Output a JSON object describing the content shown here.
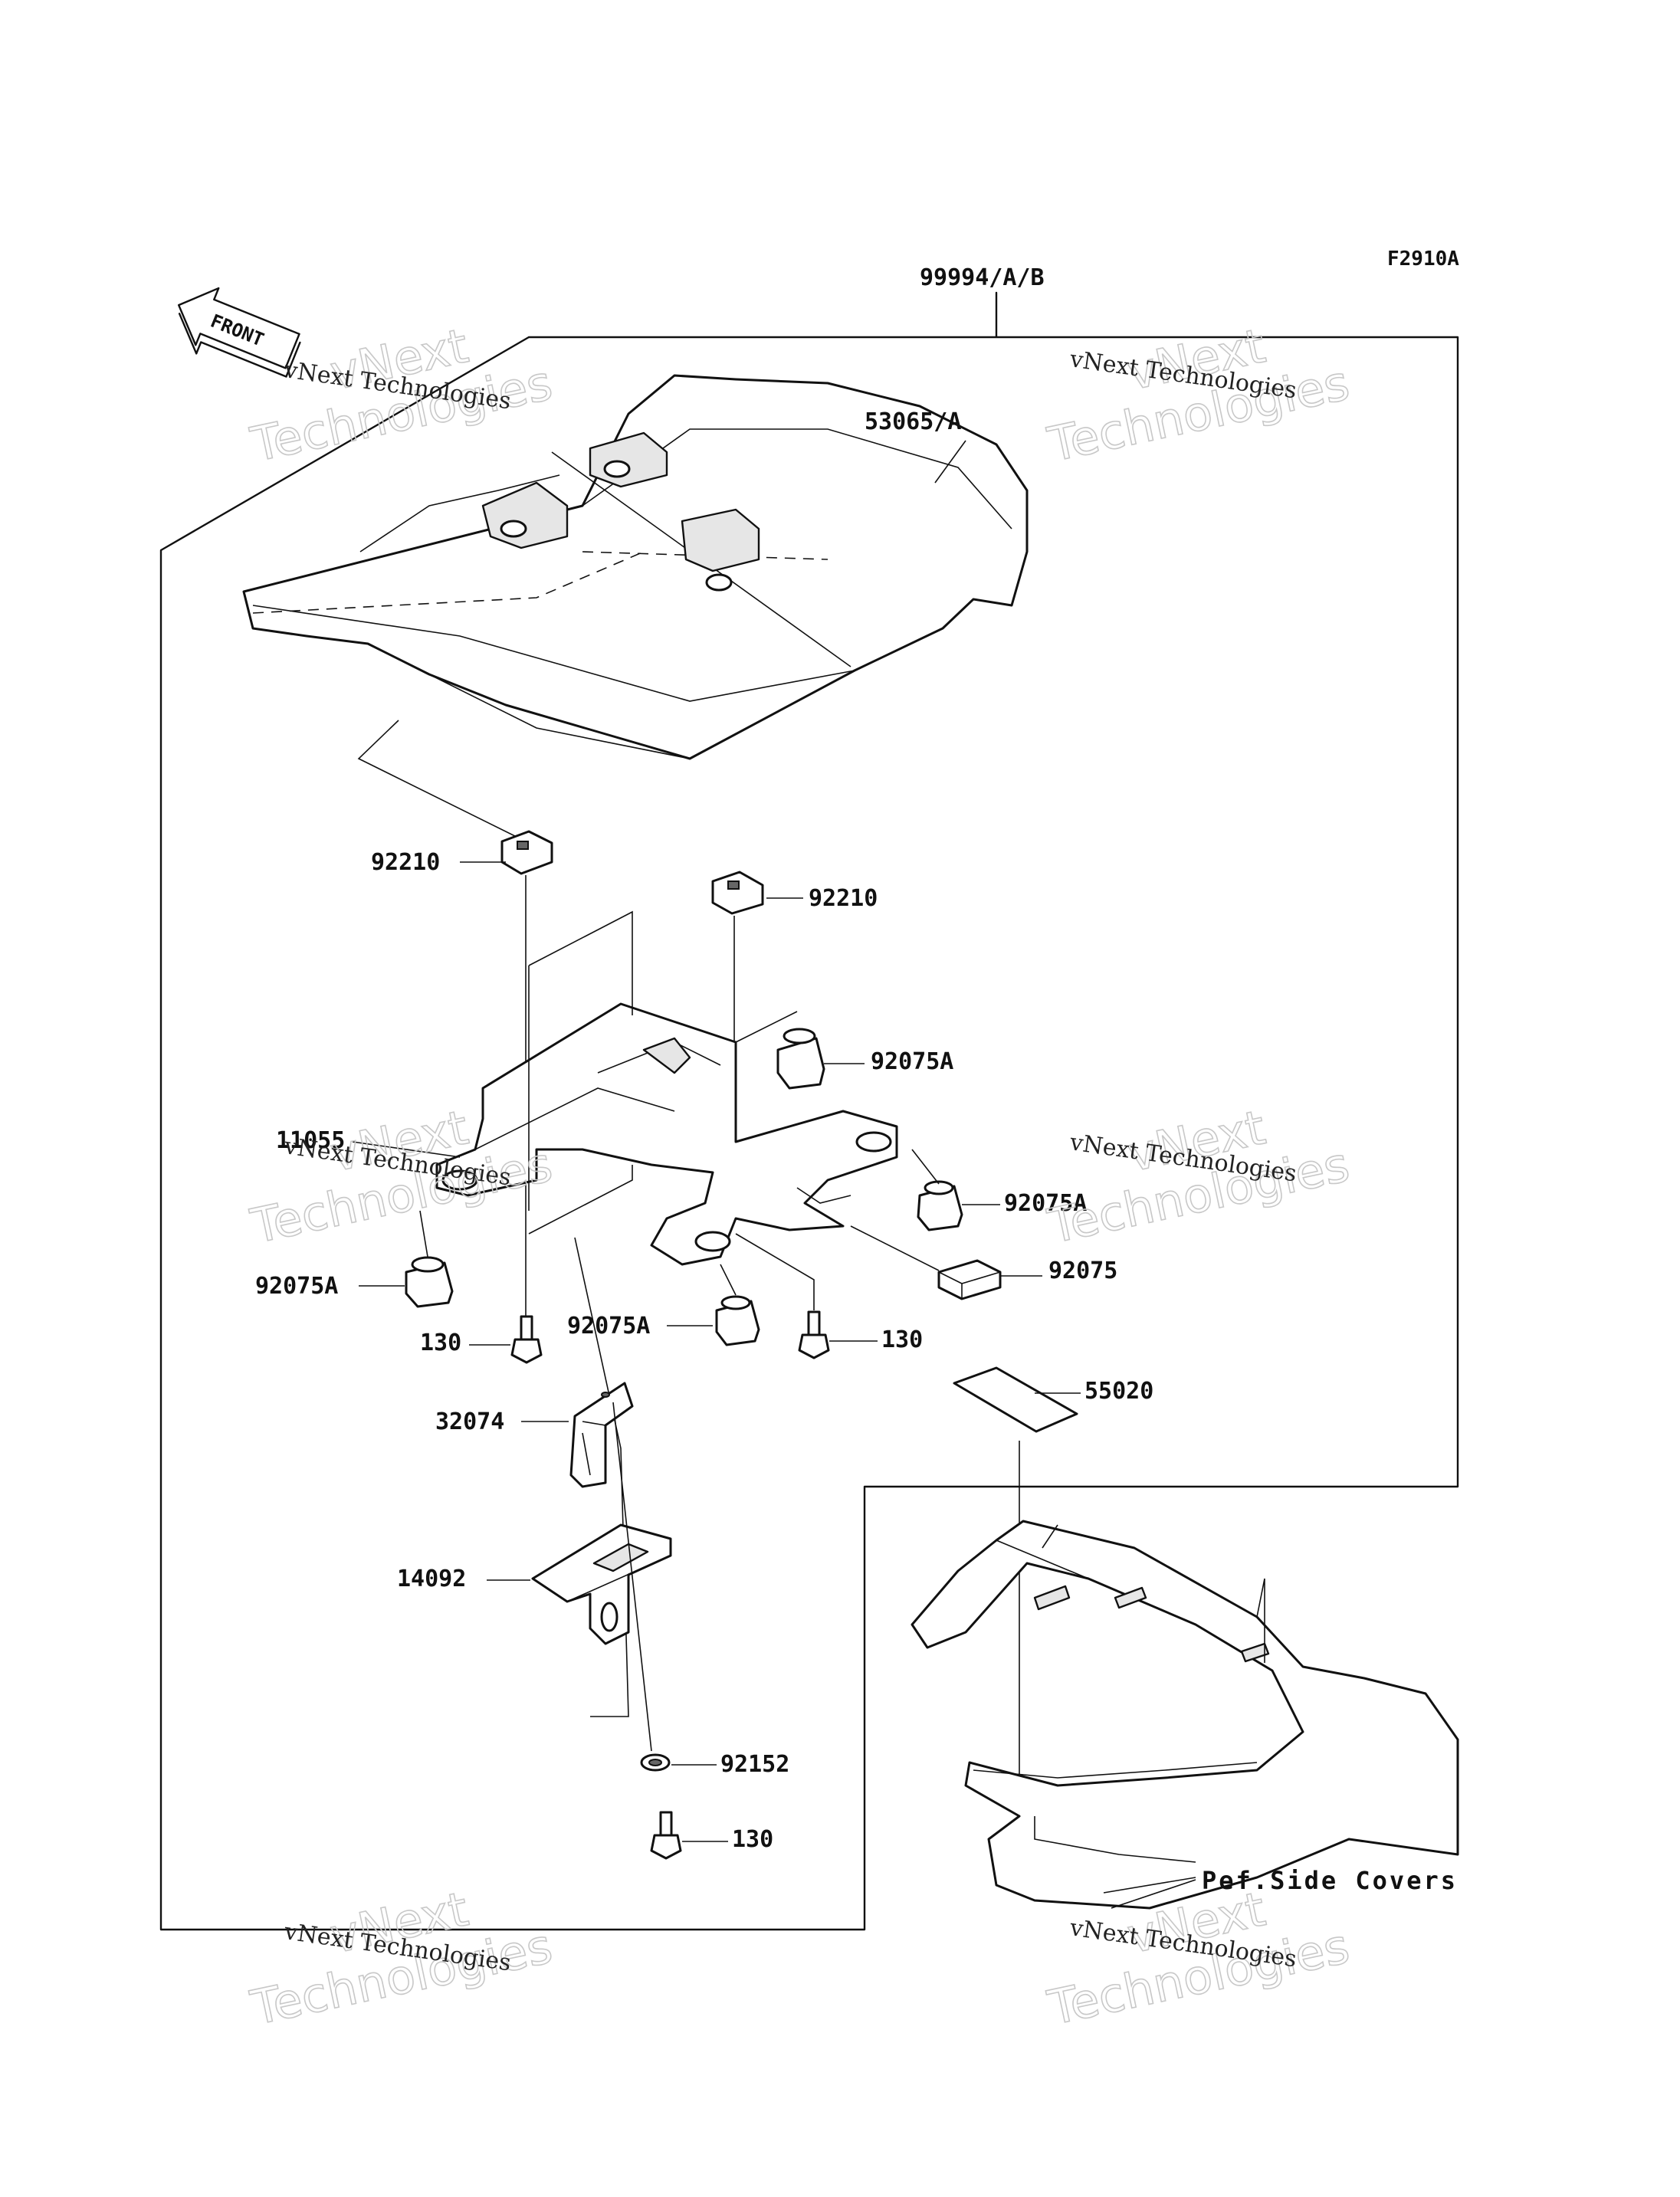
{
  "diagram": {
    "code": "F2910A",
    "front_label": "FRONT",
    "assembly_label": "99994/A/B",
    "reference_label": "Pef.Side Covers",
    "parts": [
      {
        "id": "seat-cover",
        "label": "53065/A"
      },
      {
        "id": "nut-left",
        "label": "92210"
      },
      {
        "id": "nut-right",
        "label": "92210"
      },
      {
        "id": "bracket-frame",
        "label": "11055"
      },
      {
        "id": "damper-right-top",
        "label": "92075A"
      },
      {
        "id": "damper-right-mid",
        "label": "92075A"
      },
      {
        "id": "damper-left",
        "label": "92075A"
      },
      {
        "id": "damper-center",
        "label": "92075A"
      },
      {
        "id": "damper-block",
        "label": "92075"
      },
      {
        "id": "bolt-left",
        "label": "130"
      },
      {
        "id": "bolt-right",
        "label": "130"
      },
      {
        "id": "bolt-bottom",
        "label": "130"
      },
      {
        "id": "stay",
        "label": "32074"
      },
      {
        "id": "pad",
        "label": "55020"
      },
      {
        "id": "holder",
        "label": "14092"
      },
      {
        "id": "washer",
        "label": "92152"
      }
    ]
  },
  "watermarks": {
    "big_line1": "vNext",
    "big_line2": "Technologies",
    "small": "vNext Technologies"
  }
}
